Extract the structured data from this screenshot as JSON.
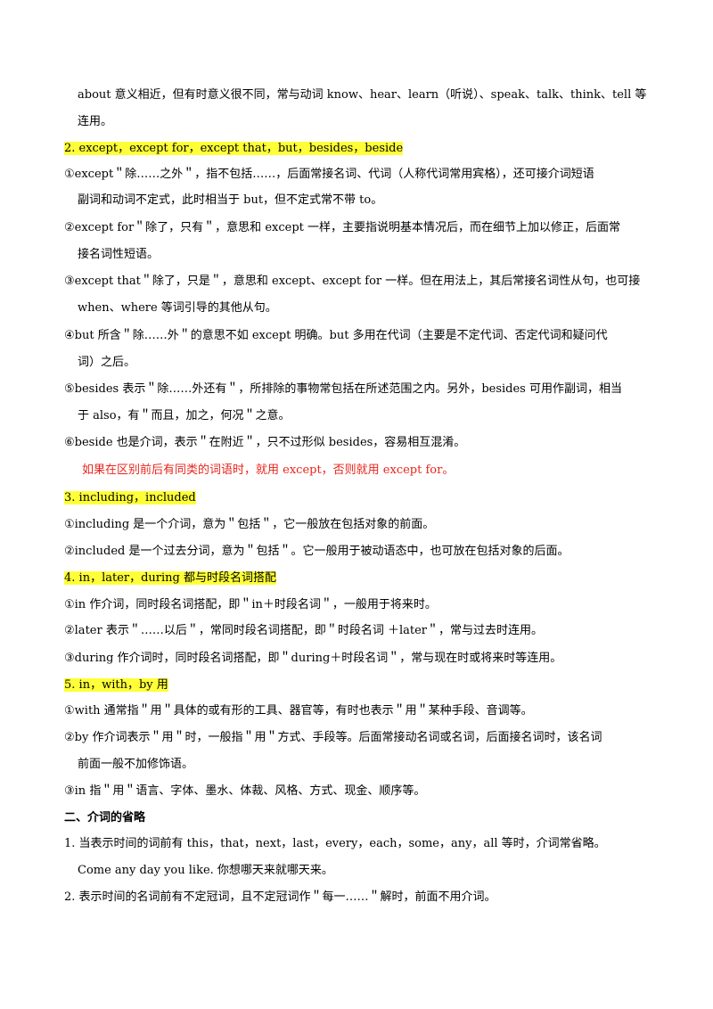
{
  "lines": [
    {
      "text": "about 意义相近，但有时意义很不同，常与动词 know、hear、learn（听说）、speak、talk、think、tell 等",
      "style": "ind"
    },
    {
      "text": "连用。",
      "style": "ind"
    },
    {
      "text": "2. except，except for，except that，but，besides，beside",
      "style": "hl"
    },
    {
      "text": "①except＂除……之外＂，指不包括……，后面常接名词、代词（人称代词常用宾格），还可接介词短语",
      "style": ""
    },
    {
      "text": "副词和动词不定式，此时相当于 but，但不定式常不带 to。",
      "style": "ind"
    },
    {
      "text": "②except for＂除了，只有＂，意思和 except 一样，主要指说明基本情况后，而在细节上加以修正，后面常",
      "style": ""
    },
    {
      "text": "接名词性短语。",
      "style": "ind"
    },
    {
      "text": "③except that＂除了，只是＂，意思和 except、except for 一样。但在用法上，其后常接名词性从句，也可接",
      "style": ""
    },
    {
      "text": "when、where 等词引导的其他从句。",
      "style": "ind"
    },
    {
      "text": "④but 所含＂除……外＂的意思不如 except 明确。but 多用在代词（主要是不定代词、否定代词和疑问代",
      "style": ""
    },
    {
      "text": "词）之后。",
      "style": "ind"
    },
    {
      "text": "⑤besides 表示＂除……外还有＂，所排除的事物常包括在所述范围之内。另外，besides 可用作副词，相当",
      "style": ""
    },
    {
      "text": "于 also，有＂而且，加之，何况＂之意。",
      "style": "ind"
    },
    {
      "text": "⑥beside 也是介词，表示＂在附近＂，只不过形似 besides，容易相互混淆。",
      "style": ""
    },
    {
      "text": "如果在区别前后有同类的词语时，就用 except，否则就用 except for。",
      "style": "red"
    },
    {
      "text": "3. including，included",
      "style": "hl"
    },
    {
      "text": "①including 是一个介词，意为＂包括＂，它一般放在包括对象的前面。",
      "style": ""
    },
    {
      "text": "②included 是一个过去分词，意为＂包括＂。它一般用于被动语态中，也可放在包括对象的后面。",
      "style": ""
    },
    {
      "text": "4. in，later，during  都与时段名词搭配",
      "style": "hl"
    },
    {
      "text": "①in 作介词，同时段名词搭配，即＂in＋时段名词＂，一般用于将来时。",
      "style": ""
    },
    {
      "text": "②later 表示＂……以后＂，常同时段名词搭配，即＂时段名词 ＋later＂，常与过去时连用。",
      "style": ""
    },
    {
      "text": "③during 作介词时，同时段名词搭配，即＂during＋时段名词＂，常与现在时或将来时等连用。",
      "style": ""
    },
    {
      "text": "5. in，with，by 用",
      "style": "hl"
    },
    {
      "text": "①with 通常指＂用＂具体的或有形的工具、器官等，有时也表示＂用＂某种手段、音调等。",
      "style": ""
    },
    {
      "text": "②by 作介词表示＂用＂时，一般指＂用＂方式、手段等。后面常接动名词或名词，后面接名词时，该名词",
      "style": ""
    },
    {
      "text": "前面一般不加修饰语。",
      "style": "ind"
    },
    {
      "text": "③in 指＂用＂语言、字体、墨水、体裁、风格、方式、现金、顺序等。",
      "style": ""
    },
    {
      "text": "二、介词的省略",
      "style": "bold"
    },
    {
      "text": "1. 当表示时间的词前有 this，that，next，last，every，each，some，any，all 等时，介词常省略。",
      "style": ""
    },
    {
      "text": "Come any day you like. 你想哪天来就哪天来。",
      "style": "ind"
    },
    {
      "text": "2. 表示时间的名词前有不定冠词，且不定冠词作＂每一……＂解时，前面不用介词。",
      "style": ""
    }
  ]
}
